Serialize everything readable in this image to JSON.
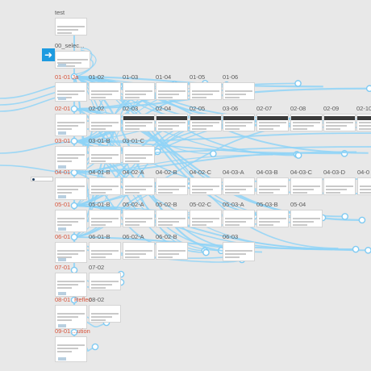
{
  "app": {
    "accent": "#1e9be0",
    "link_color": "#8fd3f7",
    "background": "#e8e8e8"
  },
  "start_icon": "arrow-right-icon",
  "screens": [
    {
      "id": "test",
      "label": "test",
      "color": "normal"
    },
    {
      "id": "00",
      "label": "00_selec...",
      "color": "normal"
    },
    {
      "id": "01-01",
      "label": "01-01 Ja",
      "color": "red"
    },
    {
      "id": "01-02",
      "label": "01-02",
      "color": "normal"
    },
    {
      "id": "01-03",
      "label": "01-03",
      "color": "normal"
    },
    {
      "id": "01-04",
      "label": "01-04",
      "color": "normal"
    },
    {
      "id": "01-05",
      "label": "01-05",
      "color": "normal"
    },
    {
      "id": "01-06",
      "label": "01-06",
      "color": "normal"
    },
    {
      "id": "02-01",
      "label": "02-01",
      "color": "red"
    },
    {
      "id": "02-02",
      "label": "02-02",
      "color": "normal"
    },
    {
      "id": "02-03",
      "label": "02-03",
      "color": "normal"
    },
    {
      "id": "02-04",
      "label": "02-04",
      "color": "normal"
    },
    {
      "id": "02-05",
      "label": "02-05",
      "color": "normal"
    },
    {
      "id": "03-06",
      "label": "03-06",
      "color": "normal"
    },
    {
      "id": "02-07",
      "label": "02-07",
      "color": "normal"
    },
    {
      "id": "02-08",
      "label": "02-08",
      "color": "normal"
    },
    {
      "id": "02-09",
      "label": "02-09",
      "color": "normal"
    },
    {
      "id": "02-10",
      "label": "02-10",
      "color": "normal"
    },
    {
      "id": "03-01",
      "label": "03-01",
      "color": "red"
    },
    {
      "id": "03-01-B",
      "label": "03-01-B",
      "color": "normal"
    },
    {
      "id": "03-01-C",
      "label": "03-01-C",
      "color": "normal"
    },
    {
      "id": "04-01",
      "label": "04-01",
      "color": "red"
    },
    {
      "id": "04-01-B",
      "label": "04-01-B",
      "color": "normal"
    },
    {
      "id": "04-02-A",
      "label": "04-02-A",
      "color": "normal"
    },
    {
      "id": "04-02-B",
      "label": "04-02-B",
      "color": "normal"
    },
    {
      "id": "04-02-C",
      "label": "04-02-C",
      "color": "normal"
    },
    {
      "id": "04-03-A",
      "label": "04-03-A",
      "color": "normal"
    },
    {
      "id": "04-03-B",
      "label": "04-03-B",
      "color": "normal"
    },
    {
      "id": "04-03-C",
      "label": "04-03-C",
      "color": "normal"
    },
    {
      "id": "04-03-D",
      "label": "04-03-D",
      "color": "normal"
    },
    {
      "id": "04-0x",
      "label": "04-0",
      "color": "normal"
    },
    {
      "id": "05-01",
      "label": "05-01",
      "color": "red"
    },
    {
      "id": "05-01-B",
      "label": "05-01-B",
      "color": "normal"
    },
    {
      "id": "05-02-A",
      "label": "05-02-A",
      "color": "normal"
    },
    {
      "id": "05-02-B",
      "label": "05-02-B",
      "color": "normal"
    },
    {
      "id": "05-02-C",
      "label": "05-02-C",
      "color": "normal"
    },
    {
      "id": "05-03-A",
      "label": "05-03-A",
      "color": "normal"
    },
    {
      "id": "05-03-B",
      "label": "05-03-B",
      "color": "normal"
    },
    {
      "id": "05-04",
      "label": "05-04",
      "color": "normal"
    },
    {
      "id": "06-01",
      "label": "06-01",
      "color": "red"
    },
    {
      "id": "06-01-B",
      "label": "06-01-B",
      "color": "normal"
    },
    {
      "id": "06-02-A",
      "label": "06-02-A",
      "color": "normal"
    },
    {
      "id": "06-02-B",
      "label": "06-02-B",
      "color": "normal"
    },
    {
      "id": "06-03",
      "label": "06-03",
      "color": "normal"
    },
    {
      "id": "07-01",
      "label": "07-01",
      "color": "red"
    },
    {
      "id": "07-02",
      "label": "07-02",
      "color": "normal"
    },
    {
      "id": "08-01",
      "label": "08-01",
      "color": "red"
    },
    {
      "id": "08-01-r",
      "label": "Reflec",
      "color": "red"
    },
    {
      "id": "08-02",
      "label": "08-02",
      "color": "normal"
    },
    {
      "id": "09-01",
      "label": "09-01 ...ution",
      "color": "red"
    }
  ]
}
